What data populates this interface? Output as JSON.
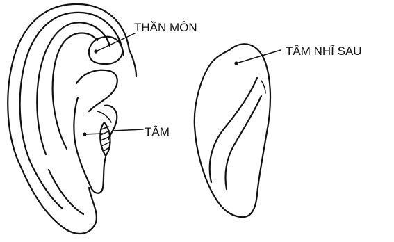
{
  "labels": {
    "than_mon": "THẦN MÔN",
    "tam": "TÂM",
    "tam_nhi_sau": "TÂM NHĨ SAU"
  },
  "colors": {
    "ink": "#111111",
    "paper": "#ffffff"
  }
}
